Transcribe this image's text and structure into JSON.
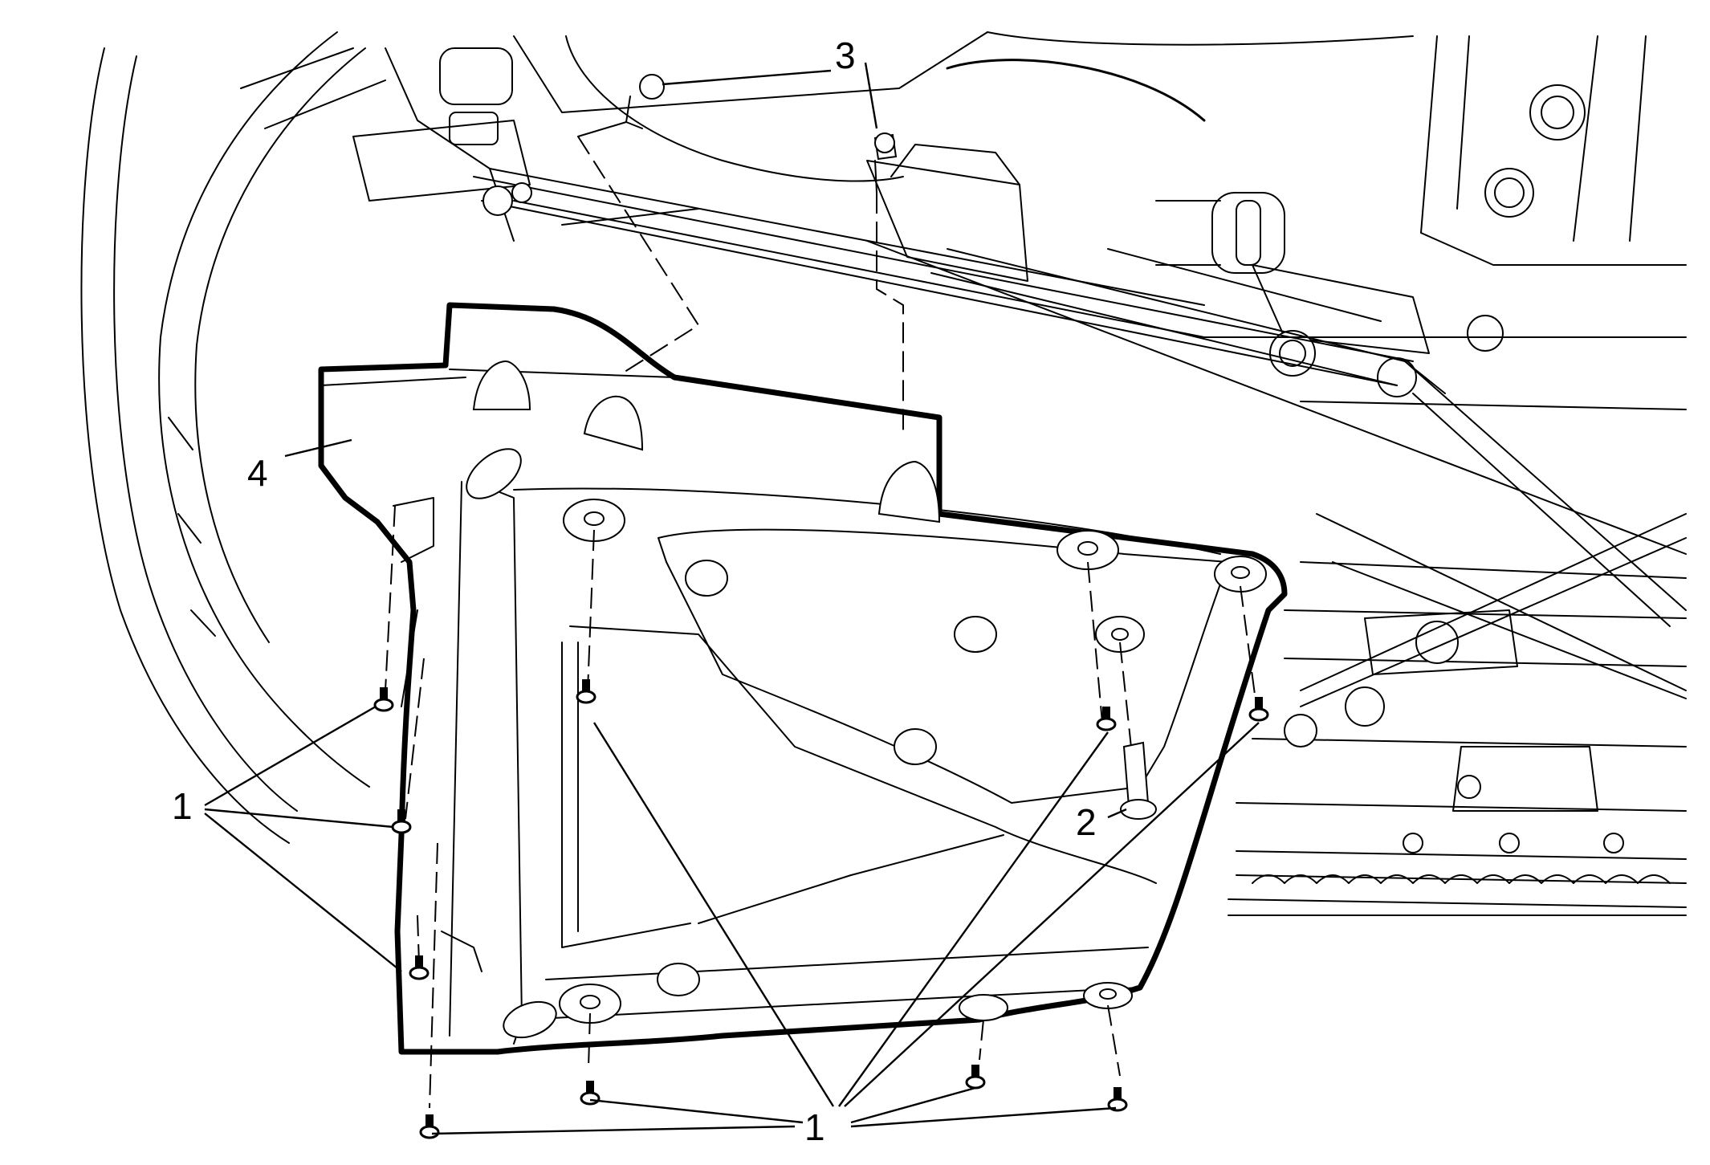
{
  "callouts": {
    "fastener": "1",
    "push_pin": "2",
    "nut": "3",
    "shield": "4"
  }
}
